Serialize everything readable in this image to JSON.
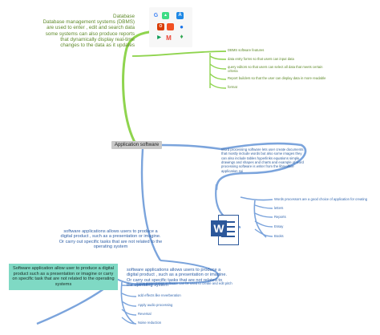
{
  "central_topic": "Application software",
  "database_branch": {
    "title": "Database",
    "description": "Database management systems (DBMS) are used to enter , edit and search data some systems can also produce reports that dynamically display real-time changes to the data as it updates",
    "items": [
      "DBMS software features",
      "data entry forms so that users can input data",
      "query editors so that users can select all data that meets certain criteria",
      "Report builders so that the user can display data in more readable",
      "format"
    ]
  },
  "word_processing_branch": {
    "description": "Word processing software lets user create documents that mostly include words but also some images they can also include tables hyperlinks equations simple drawings and shapes and charts and example of word processing software is writer from the libreoffice application sui",
    "items": [
      "Words processors are a good choice of application for creating",
      "letters",
      "Reports",
      "Essay",
      "Books"
    ]
  },
  "software_applications": {
    "description": "software applications allows users to produce a digital product , such as a presentation or imagine. Or carry out specific tasks that are not related to the operating system",
    "highlight_box": "Software application allow user to produce a digital product such as a presentation or imagine or carry on specific task that are not related to the operating systems",
    "sub_description": "software applications allows users to produce a digital product , such as a presentation or imagine. Or carry out specific tasks that are not related to the operating system",
    "items": [
      "Some presentation software can be used to create and edit pitch",
      "add effects like reverberation",
      "Apply audio processing",
      "Reversal",
      "Noise reduction"
    ]
  },
  "icons": [
    "google-icon",
    "android-icon",
    "app-store-icon",
    "office-icon",
    "chrome-icon",
    "gmail-icon",
    "maps-icon",
    "microsoft-icon",
    "play-icon",
    "word-icon"
  ],
  "colors": {
    "green": "#8fd44e",
    "blue": "#7ba4dc",
    "teal": "#7fd9c4",
    "olive_text": "#5f8a2a",
    "blue_text": "#3569b0"
  }
}
